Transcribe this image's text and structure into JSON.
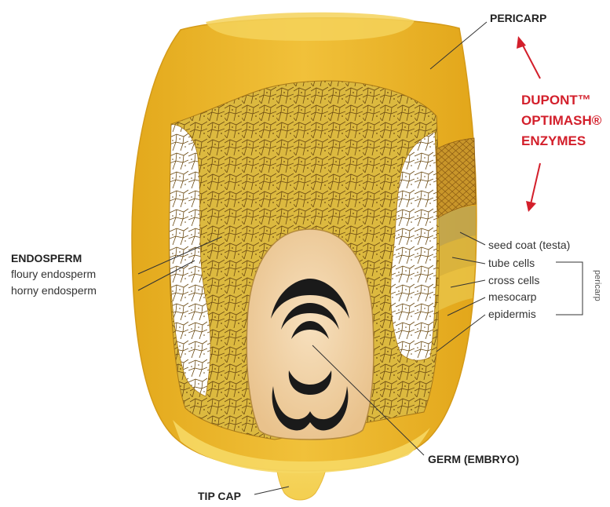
{
  "labels": {
    "pericarp_title": "PERICARP",
    "dupont": "DUPONT™",
    "optimash": "OPTIMASH®",
    "enzymes": "ENZYMES",
    "seed_coat": "seed coat (testa)",
    "tube_cells": "tube cells",
    "cross_cells": "cross cells",
    "mesocarp": "mesocarp",
    "epidermis": "epidermis",
    "pericarp_bracket": "pericarp",
    "endosperm": "ENDOSPERM",
    "floury_endosperm": "floury endosperm",
    "horny_endosperm": "horny endosperm",
    "germ": "GERM (EMBRYO)",
    "tip_cap": "TIP CAP"
  },
  "colors": {
    "pericarp_outer": "#e9b423",
    "pericarp_light": "#f6d65e",
    "horny_endosperm": "#dcb93f",
    "floury_endosperm": "#ffffff",
    "cell_lines": "#6b4a12",
    "germ": "#f1cfa1",
    "embryo_marks": "#1a1a1a",
    "enzyme_red": "#d31f2b",
    "tip_cap": "#f7df86"
  }
}
